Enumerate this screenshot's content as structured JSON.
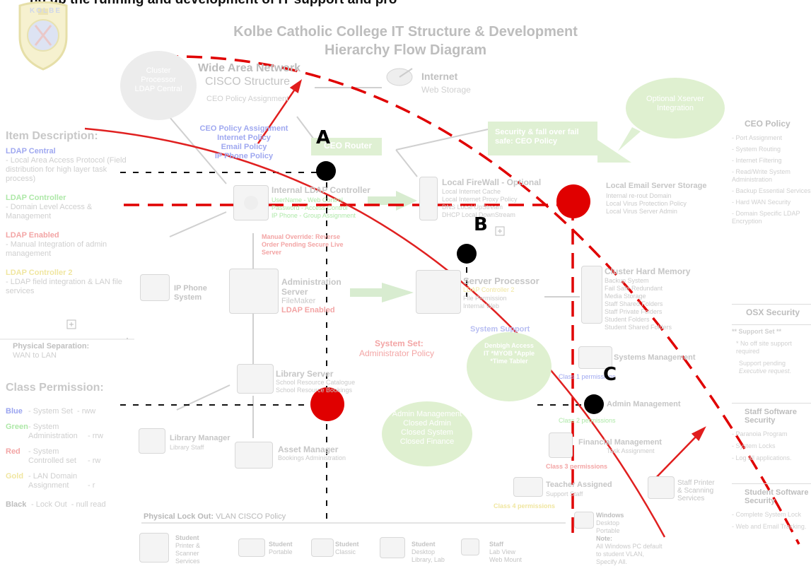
{
  "header_cut": "ng up the running and development of IT support and pro",
  "title": {
    "line1": "Kolbe Catholic College IT Structure & Development",
    "line2": "Hierarchy Flow Diagram"
  },
  "logo_text": "KOLBE",
  "item_description": {
    "heading": "Item Description:",
    "entries": [
      {
        "name": "LDAP Central",
        "desc": "- Local Area Access Protocol (Field distribution for high layer task process)"
      },
      {
        "name": "LDAP Controller",
        "desc": "- Domain Level Access & Management"
      },
      {
        "name": "LDAP Enabled",
        "desc": "- Manual Integration of admin management"
      },
      {
        "name": "LDAP Controller 2",
        "desc": "- LDAP field integration & LAN file services"
      }
    ],
    "separation_title": "Physical Separation:",
    "separation_text": "WAN to LAN"
  },
  "class_permission": {
    "heading": "Class Permission:",
    "rows": [
      {
        "color": "Blue",
        "label": "- System Set",
        "code": "- rww"
      },
      {
        "color": "Green",
        "label": "- System Administration",
        "code": "- rrw"
      },
      {
        "color": "Red",
        "label": "- System Controlled set",
        "code": "- rw"
      },
      {
        "color": "Gold",
        "label": "- LAN Domain Assignment",
        "code": "- r"
      },
      {
        "color": "Black",
        "label": "- Lock Out",
        "code": "- null read"
      }
    ]
  },
  "nodes": {
    "cluster": "Cluster Processor LDAP Central",
    "wan_title": "Wide Area Network",
    "wan_sub": "CISCO Structure",
    "wan_policy": "CEO Policy Assignment",
    "internet_title": "Internet",
    "internet_sub": "Web Storage",
    "ceo_policy_lines": [
      "CEO Policy Assignment",
      "Internet Policy",
      "Email Policy",
      "IP Phone Policy"
    ],
    "ceo_router": "CEO Router",
    "security_box": "Security & fall over fail safe:",
    "security_box_highlight": "CEO Policy",
    "optional_bubble": "Optional Xserver Integration",
    "ldap_controller_title": "Internal LDAP Controller",
    "ldap_controller_lines": [
      "UserName - Web Control",
      "Password - Access Control",
      "IP Phone - Group Assignment"
    ],
    "firewall_title": "Local FireWall - Optional",
    "firewall_lines": [
      "Local Internet Cache",
      "Local Internet Proxy Policy",
      "DNS Local UpStream",
      "DHCP Local DownStream"
    ],
    "email_title": "Local Email Server Storage",
    "email_lines": [
      "Internal re-rout Domain",
      "Local Virus Protection Policy",
      "Local Virus Server Admin"
    ],
    "manual_override": "Manual Override: Reverse Order Pending Secure Live Server",
    "ipphone": "IP Phone System",
    "admin_server_title": "Administration Server",
    "admin_server_sub": "FileMaker",
    "admin_server_tag": "LDAP Enabled",
    "server_processor_title": "Server Processor",
    "server_processor_tag": "LDAP Controller 2",
    "server_processor_lines": [
      "File Permission",
      "Internal Web"
    ],
    "system_support": "System Support",
    "cluster_memory_title": "Cluster Hard Memory",
    "cluster_memory_lines": [
      "Backup System",
      "Fail Safe Redundant",
      "Media Storage",
      "Staff Shared Folders",
      "Staff Private Folders",
      "Student Folders",
      "Student Shared Folders"
    ],
    "system_set_title": "System Set:",
    "system_set_sub": "Administrator Policy",
    "denbigh_bubble": "Denbigh Access IT *MYOB *Apple *Time Tabler",
    "systems_mgmt": "Systems Management",
    "class1": "Class 1 permissions",
    "library_server_title": "Library Server",
    "library_server_lines": [
      "School Resource Catalogue",
      "School Resource Bookings"
    ],
    "admin_mgmt_bubble": "Admin Management Closed Admin Closed System Closed Finance",
    "admin_management": "Admin Management",
    "class2": "Class 2 permissions",
    "library_manager_title": "Library Manager",
    "library_manager_sub": "Library Staff",
    "asset_manager_title": "Asset Manager",
    "asset_manager_sub": "Bookings Administration",
    "financial_mgmt_title": "Financial Management",
    "financial_mgmt_sub": "Task Assignment",
    "class3": "Class 3 permissions",
    "teacher_title": "Teacher Assigned",
    "teacher_sub": "Support Staff",
    "class4": "Class 4 permissions",
    "staff_printer": "Staff Printer & Scanning Services",
    "lockout_title": "Physical Lock Out:",
    "lockout_text": "VLAN CISCO Policy",
    "windows_title": "Windows",
    "windows_lines": [
      "Desktop",
      "Portable"
    ],
    "note_title": "Note:",
    "note_lines": [
      "All Windows PC default",
      "to student VLAN,",
      "Specify All."
    ],
    "bottom_items": [
      {
        "title": "Student",
        "lines": [
          "Printer &",
          "Scanner",
          "Services"
        ]
      },
      {
        "title": "Student",
        "lines": [
          "Portable"
        ]
      },
      {
        "title": "Student",
        "lines": [
          "Classic"
        ]
      },
      {
        "title": "Student",
        "lines": [
          "Desktop",
          "Library, Lab"
        ]
      },
      {
        "title": "Staff",
        "lines": [
          "Lab View",
          "Web Mount"
        ]
      }
    ]
  },
  "markers": {
    "a": "A",
    "b": "B",
    "c": "C"
  },
  "right_sidebar": {
    "ceo_policy": {
      "heading": "CEO Policy",
      "items": [
        "- Port Assignment",
        "- System Routing",
        "- Internet Filtering",
        "- Read/Write System Administration",
        "- Backup Essential Services",
        "- Hard WAN Security",
        "- Domain Specific LDAP Encryption"
      ]
    },
    "osx_security": {
      "heading": "OSX Security",
      "support_set": "** Support Set **",
      "lines": [
        "* No off site support required",
        "Support pending",
        "Executive request."
      ]
    },
    "staff_software": {
      "heading": "Staff Software Security",
      "items": [
        "- Paranoia Program",
        "- System Locks",
        "- Log all applications."
      ]
    },
    "student_software": {
      "heading": "Student Software Security",
      "items": [
        "- Complete System Lock",
        "- Web and Email Tracking."
      ]
    }
  },
  "colors": {
    "red": "#e00000",
    "arrow_red": "#e11d1d",
    "bubble_green": "#dcefcf",
    "faded_gray": "#bdbdbd"
  }
}
